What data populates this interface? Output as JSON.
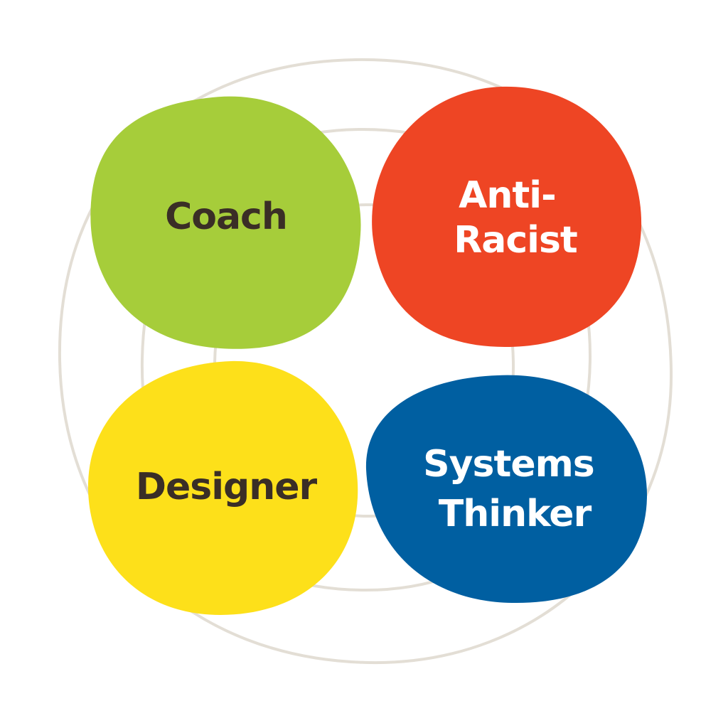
{
  "diagram": {
    "roles": [
      {
        "id": "coach",
        "lines": [
          "Coach"
        ],
        "fill": "#a6cd3a",
        "text_color": "#3a2e26"
      },
      {
        "id": "anti-racist",
        "lines": [
          "Anti-",
          "Racist"
        ],
        "fill": "#ee4524",
        "text_color": "#ffffff"
      },
      {
        "id": "designer",
        "lines": [
          "Designer"
        ],
        "fill": "#fde01a",
        "text_color": "#3a2e26"
      },
      {
        "id": "systems-thinker",
        "lines": [
          "Systems",
          "Thinker"
        ],
        "fill": "#005fa1",
        "text_color": "#ffffff"
      }
    ],
    "ring_color": "#e3ded5",
    "background": "#ffffff"
  }
}
